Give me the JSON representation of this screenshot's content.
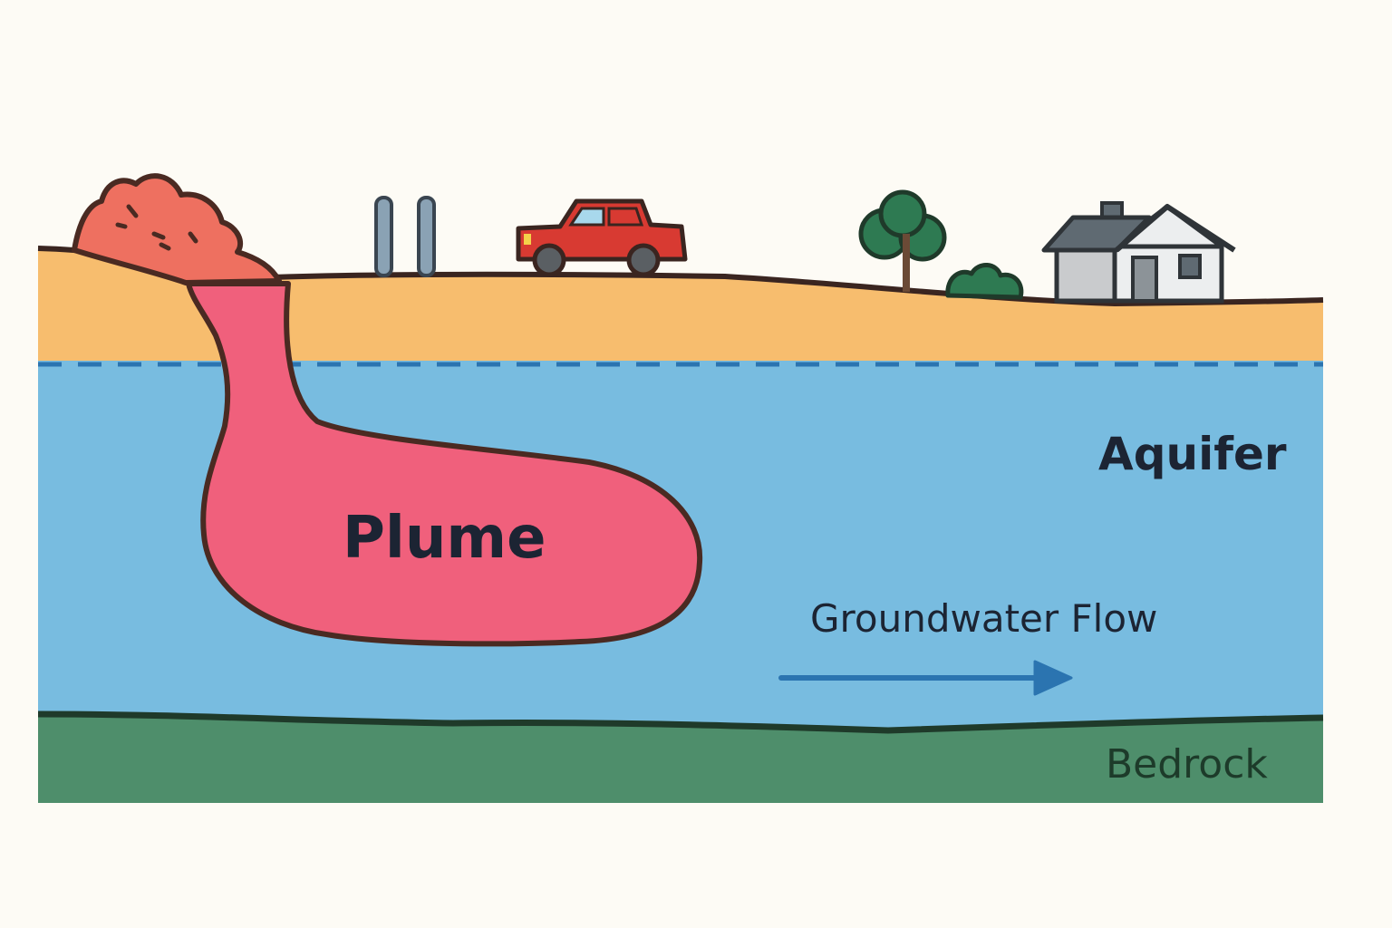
{
  "labels": {
    "plume": "Plume",
    "aquifer": "Aquifer",
    "groundwater_flow": "Groundwater Flow",
    "bedrock": "Bedrock"
  },
  "colors": {
    "background": "#fdfbf5",
    "soil": "#f7bd6e",
    "aquifer": "#78bce0",
    "water_table": "#2b74b0",
    "bedrock": "#4e8e6b",
    "plume": "#f0607c",
    "outline": "#4a2a22",
    "waste_pile": "#ee7060",
    "car": "#d83a32",
    "tree": "#2e7a52",
    "house_wall": "#c9cbcd",
    "house_roof": "#5f6a72",
    "flow_arrow": "#2b74b0"
  },
  "icons": [
    "waste-pile-icon",
    "monitoring-well-icon",
    "car-icon",
    "tree-icon",
    "bush-icon",
    "house-icon",
    "flow-arrow-icon"
  ]
}
